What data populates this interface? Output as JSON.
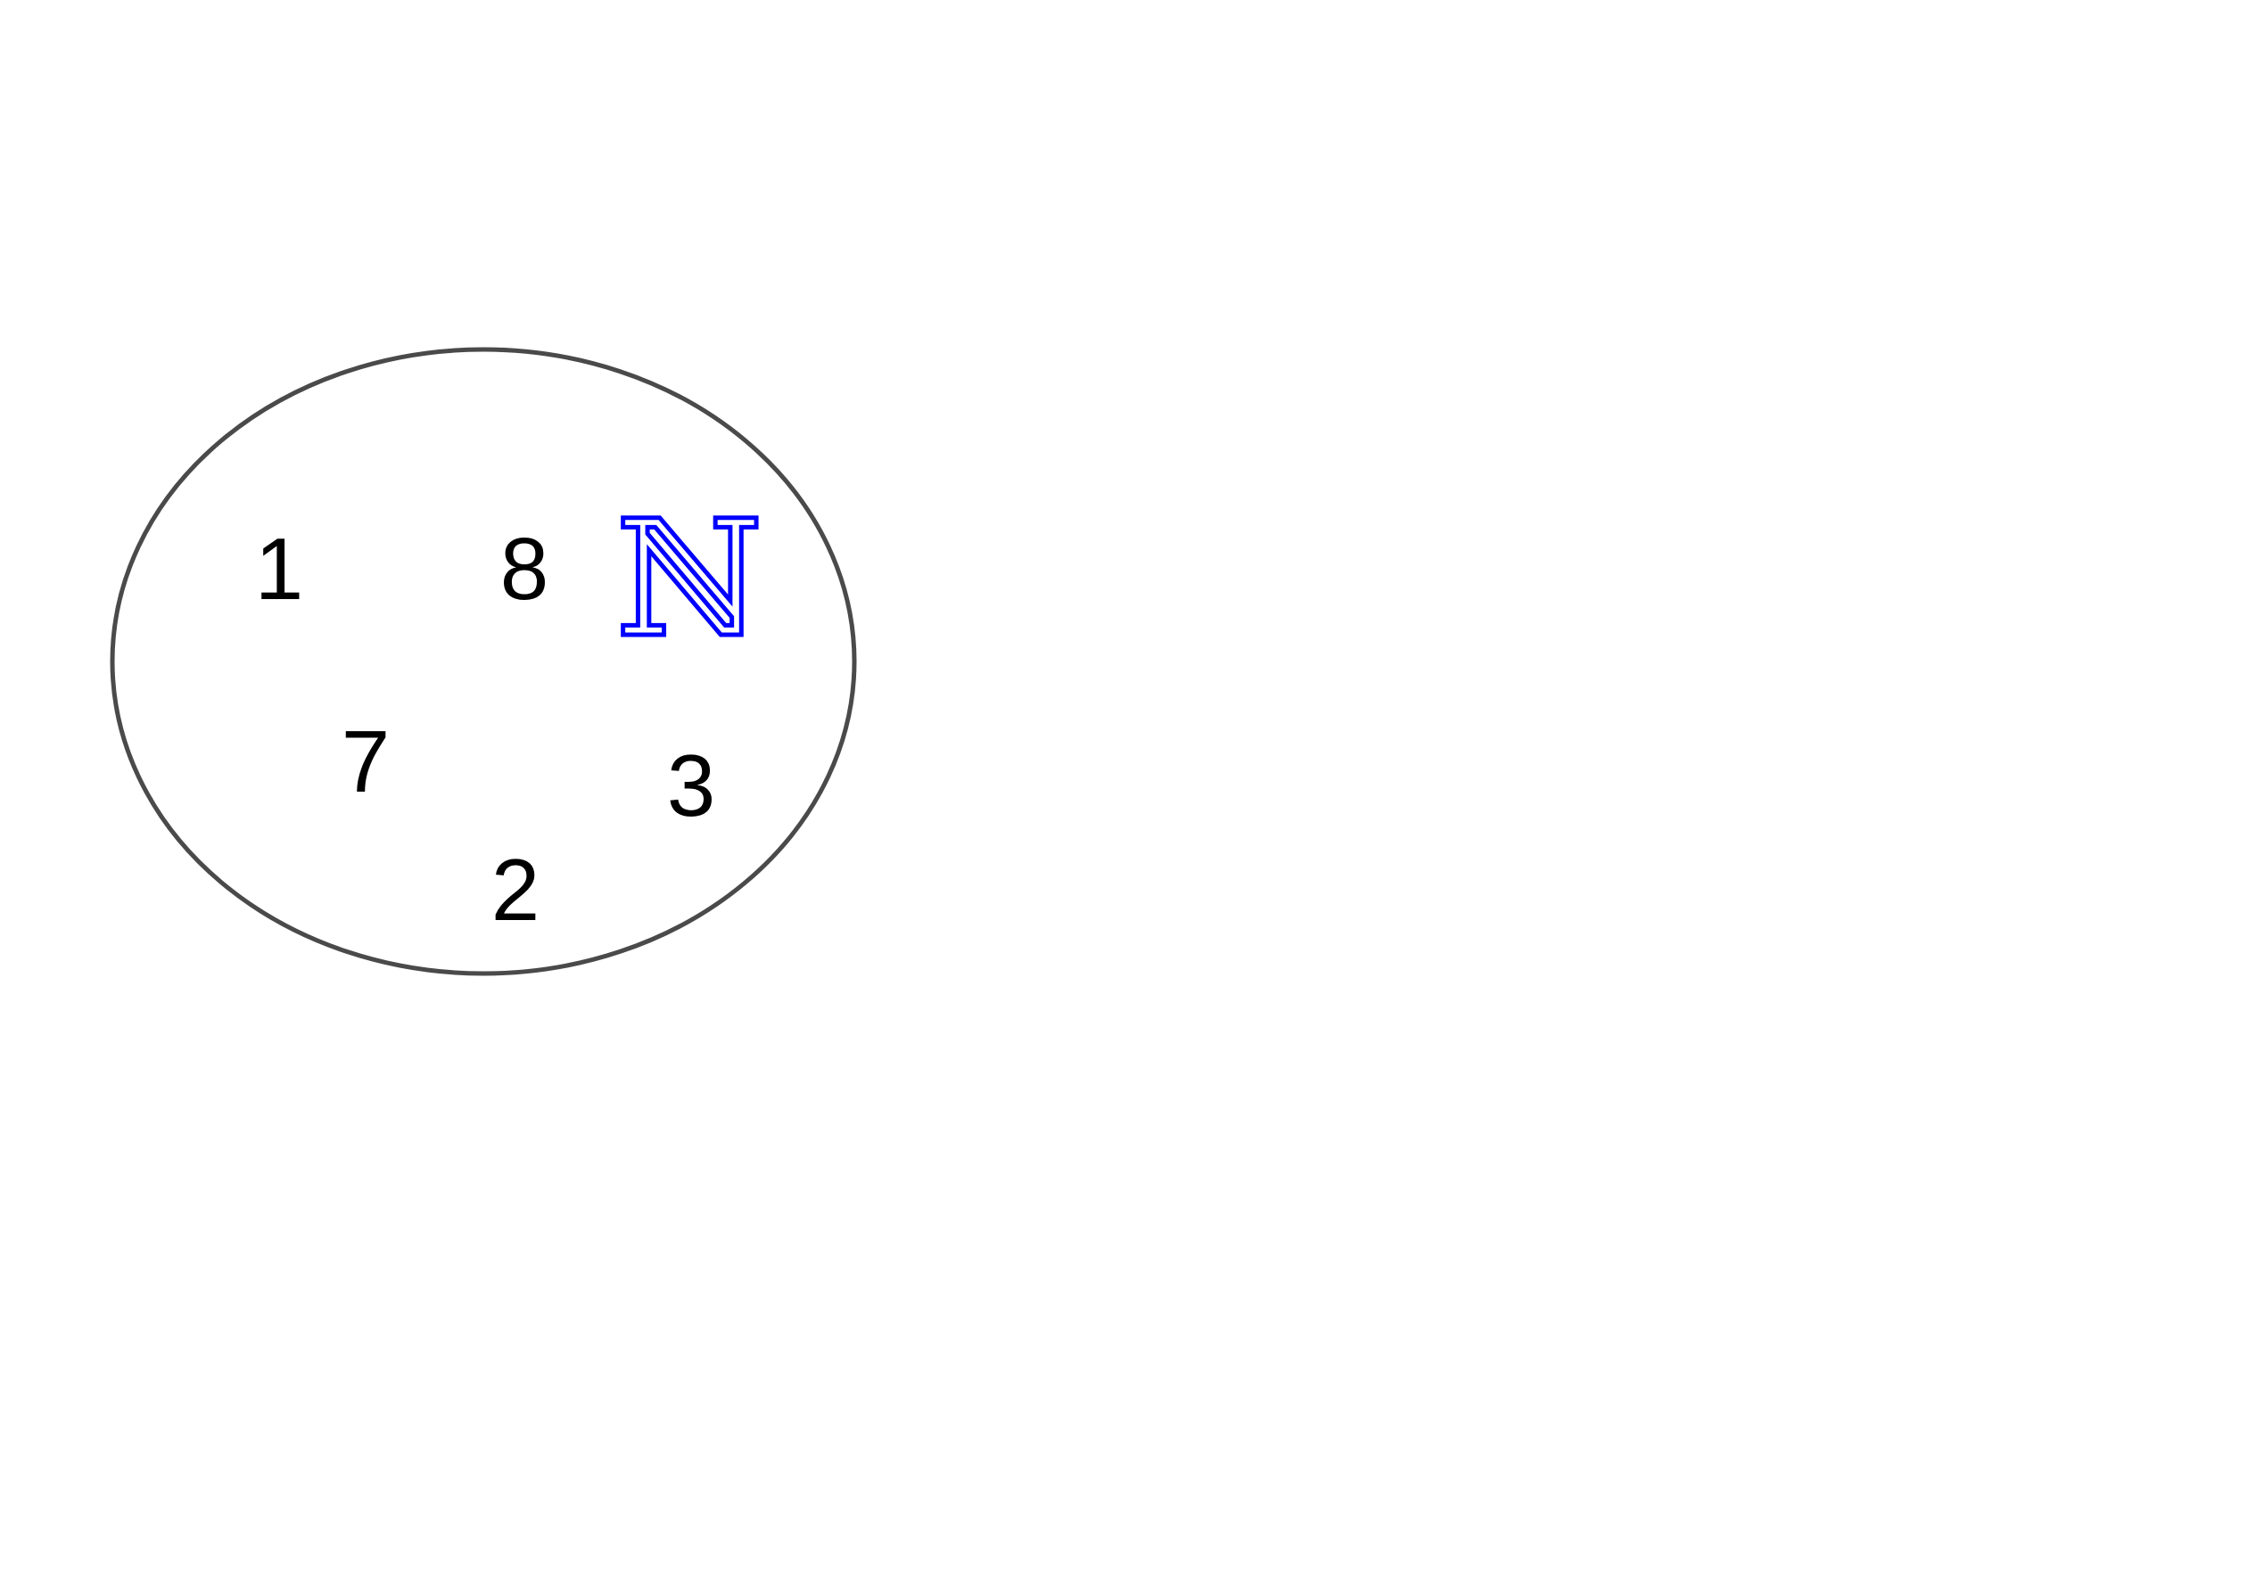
{
  "set": {
    "symbol": "ℕ",
    "symbol_color": "#0000ff",
    "outline_color": "#4a4a4a",
    "elements": [
      {
        "id": "one",
        "label": "1"
      },
      {
        "id": "eight",
        "label": "8"
      },
      {
        "id": "seven",
        "label": "7"
      },
      {
        "id": "three",
        "label": "3"
      },
      {
        "id": "two",
        "label": "2"
      }
    ]
  }
}
